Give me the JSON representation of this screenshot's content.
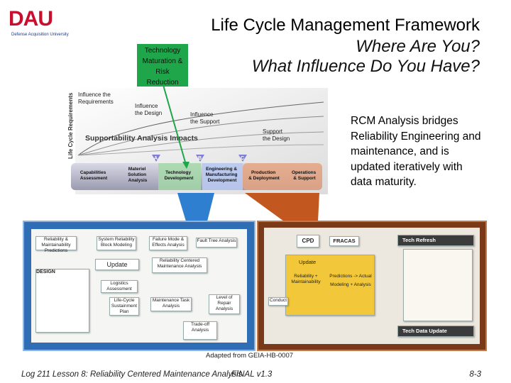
{
  "logo": {
    "mark": "DAU",
    "sub": "Defense Acquisition University"
  },
  "titles": {
    "main": "Life Cycle Management Framework",
    "sub1": "Where Are You?",
    "sub2": "What Influence Do You Have?"
  },
  "tech_box": [
    "Technology",
    "Maturation &",
    "Risk",
    "Reduction"
  ],
  "lifecycle": {
    "vertical_label": "Life Cycle Requirements",
    "influence_requirements": [
      "Influence the",
      "Requirements"
    ],
    "influence_design": [
      "Influence",
      "the Design"
    ],
    "influence_support": [
      "Influence",
      "the Support"
    ],
    "support_design": [
      "Support",
      "the Design"
    ],
    "impacts": "Supportability Analysis Impacts",
    "milestones": [
      "A",
      "B",
      "C"
    ],
    "phases": [
      [
        "Capabilities",
        "Assessment"
      ],
      [
        "Materiel",
        "Solution",
        "Analysis"
      ],
      [
        "Technology",
        "Development"
      ],
      [
        "Engineering &",
        "Manufacturing",
        "Development"
      ],
      [
        "Production",
        "& Deployment"
      ],
      [
        "Operations",
        "& Support"
      ]
    ]
  },
  "rcm_text": "RCM Analysis bridges Reliability Engineering and maintenance, and is updated iteratively with data maturity.",
  "left_panel": {
    "rel_pred": "Reliability & Maintainability Predictions",
    "block_model": "System Reliability Block Modeling",
    "fmea": "Failure Mode & Effects Analysis",
    "fta": "Fault Tree Analysis",
    "update": "Update",
    "rcm": "Reliability Centered Maintenance Analysis",
    "design": "DESIGN",
    "logistics": "Logistics Assessment",
    "lcsp": "Life-Cycle Sustainment Plan",
    "mta": "Maintenance Task Analysis",
    "lora": "Level of Repair Analysis",
    "tradeoff": "Trade-off Analysis"
  },
  "right_panel": {
    "cpd": "CPD",
    "fracas": "FRACAS",
    "tech_refresh": "Tech Refresh",
    "update": "Update",
    "rel_maint": "Reliability + Maintainability",
    "pred_actual": "Predictions -> Actual",
    "model_analysis": "Modeling + Analysis",
    "conduct": "Conduct",
    "tech_data": "Tech Data Update"
  },
  "credit": "Adapted from GEIA-HB-0007",
  "footer": {
    "left": "Log 211 Lesson 8: Reliability Centered Maintenance Analysis",
    "overlay": "FINAL v1.3",
    "page": "8-3"
  },
  "colors": {
    "title_text": "#000000",
    "tech_box": "#1fa54a",
    "left_panel": "#2f6db5",
    "right_panel": "#7a3a1a",
    "phase_bar": "#b7b7c8",
    "milestone": "#7f7fd6",
    "dau_red": "#c8102e"
  }
}
